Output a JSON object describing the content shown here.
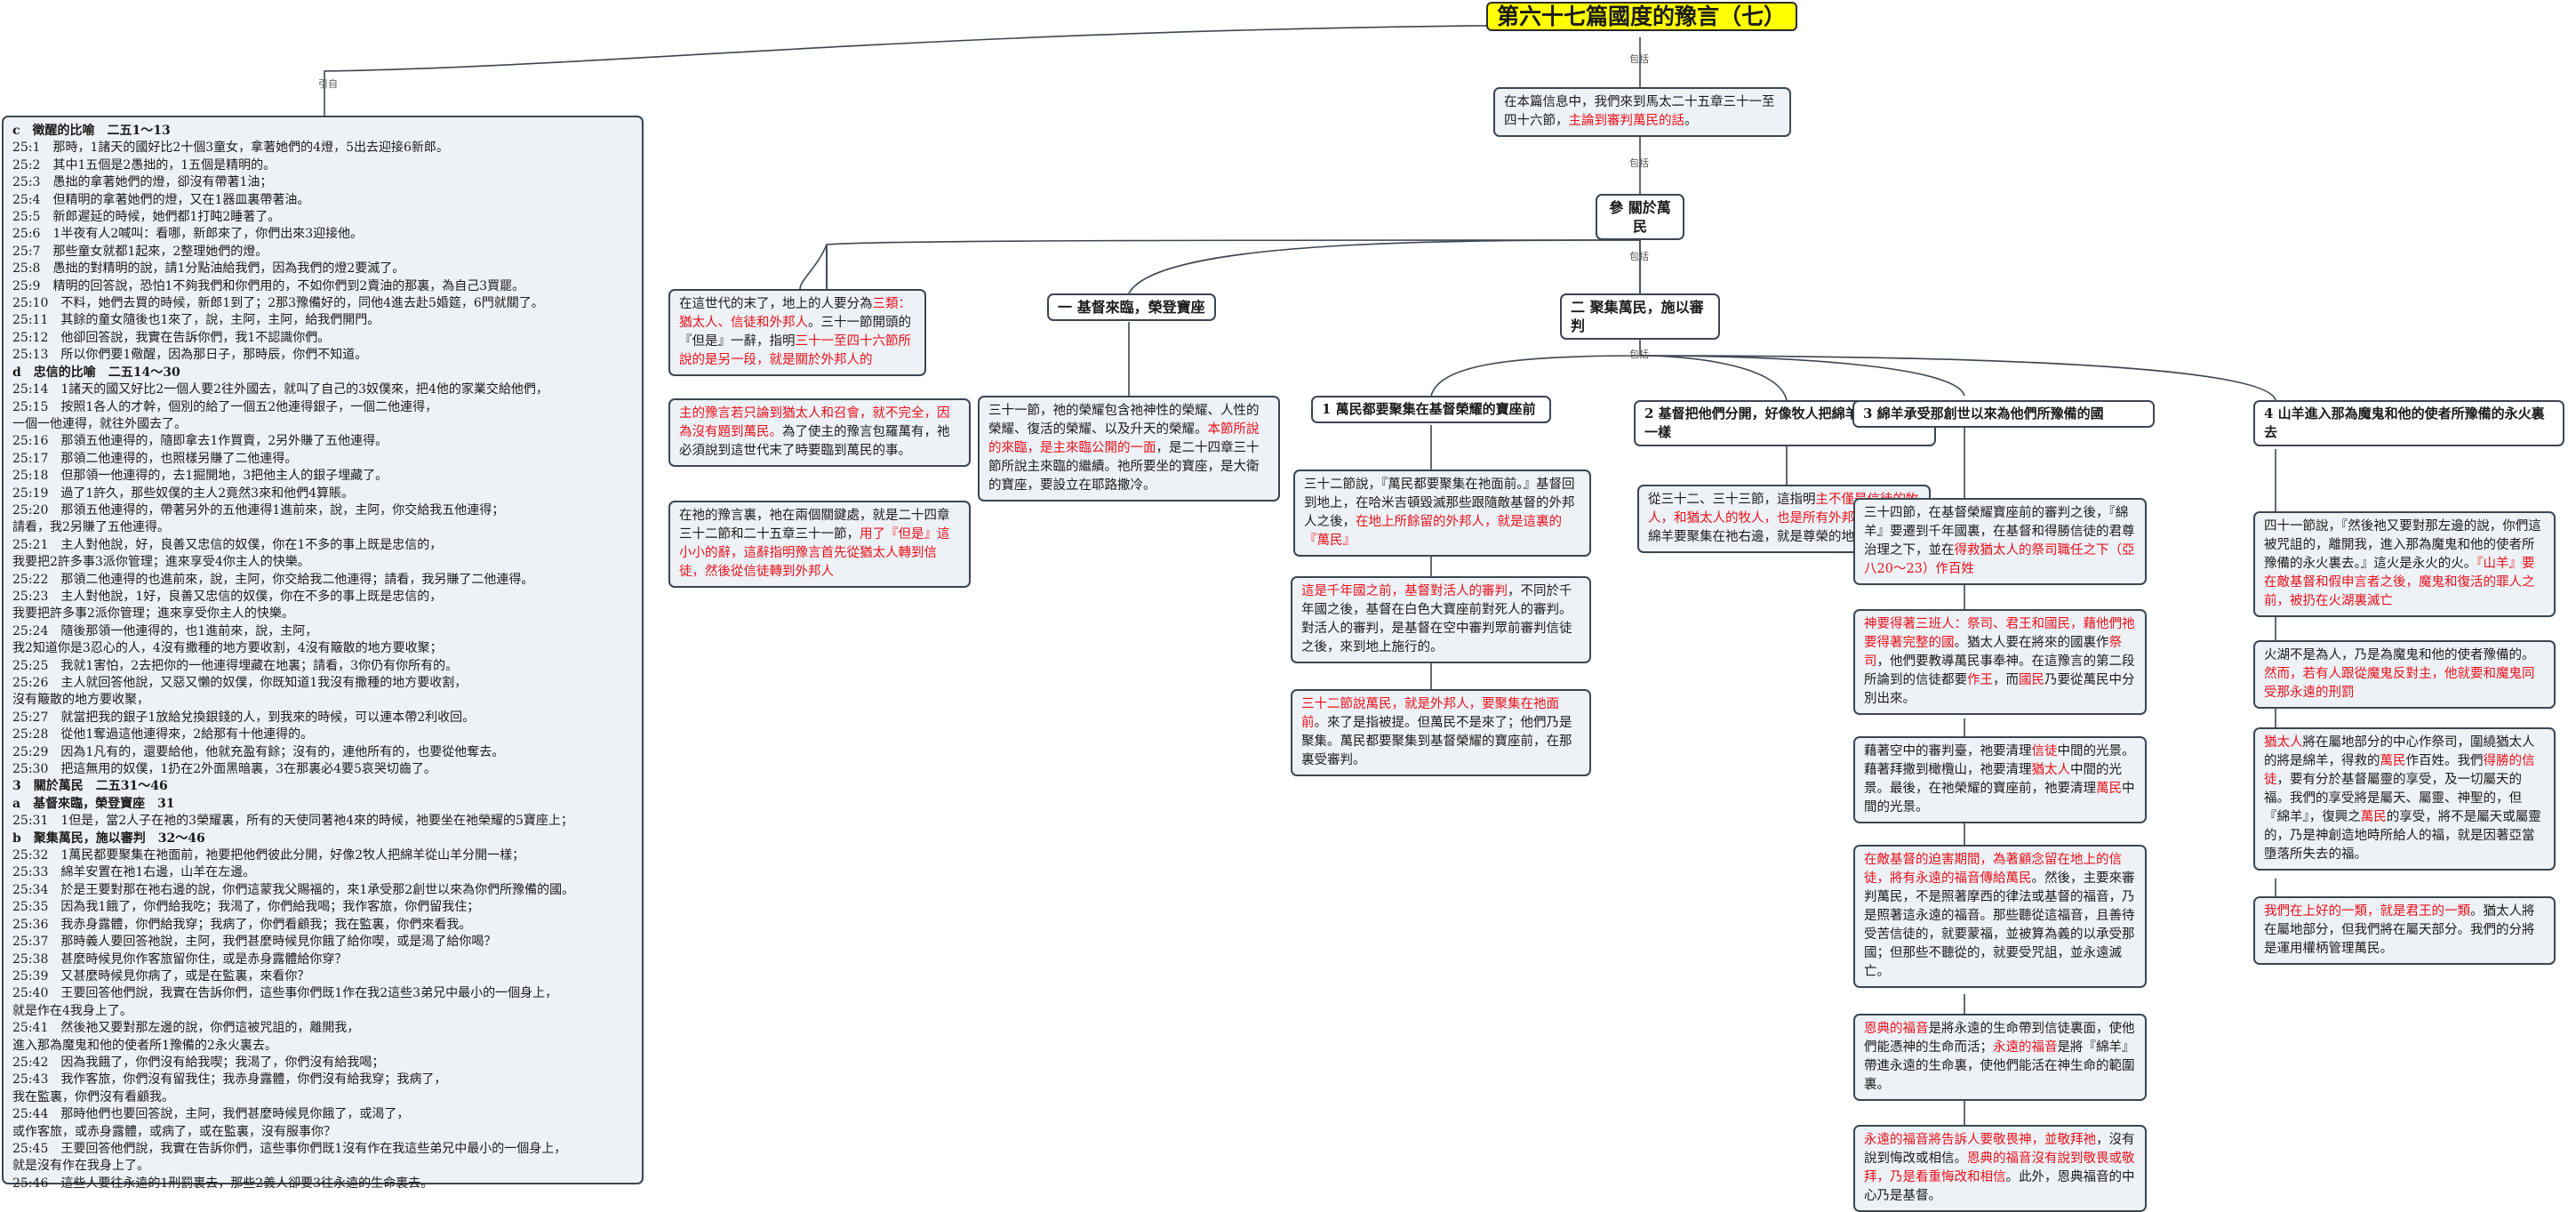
{
  "title": "第六十七篇國度的豫言（七）",
  "labels": {
    "yinzhi": "引自",
    "baokuo1": "包括",
    "baokuo2": "包括",
    "baokuo3": "包括",
    "baokuo4": "包括"
  },
  "intro": {
    "t1": "在本篇信息中，我們來到馬太二十五章三十一至四十六節，",
    "t2": "主論到審判萬民的話",
    "t3": "。"
  },
  "main": {
    "label": "參  關於萬民"
  },
  "left_notes": {
    "n1a": "在這世代的末了，地上的人要分為",
    "n1b": "三類：猶太人、信徒和外邦人",
    "n1c": "。三十一節開頭的『但是』一辭，指明",
    "n1d": "三十一至四十六節所說的是另一段，就是關於外邦人的",
    "n2": "主的豫言若只論到猶太人和召會，就不完全，因為沒有題到萬民。",
    "n2b": "為了使主的豫言包羅萬有，祂必須說到這世代末了時要臨到萬民的事。",
    "n3a": "在祂的豫言裏，祂在兩個關鍵處，就是二十四章三十二節和二十五章三十一節，",
    "n3b": "用了『但是』這小小的辭，這辭指明豫言首先從猶太人轉到信徒，然後從信徒轉到外邦人"
  },
  "sec1": {
    "head": "一  基督來臨，榮登寶座",
    "note_a": "三十一節，祂的榮耀包含祂神性的榮耀、人性的榮耀、復活的榮耀、以及升天的榮耀。",
    "note_b": "本節所說的來臨，是主來臨公開的一面",
    "note_c": "，是二十四章三十節所說主來臨的繼續。祂所要坐的寶座，是大衛的寶座，要設立在耶路撒冷。"
  },
  "sec2": {
    "head": "二  聚集萬民，施以審判"
  },
  "sub1": {
    "head": "1  萬民都要聚集在基督榮耀的寶座前",
    "n1a": "三十二節說，『萬民都要聚集在祂面前。』基督回到地上，在哈米吉頓毀滅那些跟隨敵基督的外邦人之後，",
    "n1b": "在地上所餘留的外邦人，就是這裏的『萬民』",
    "n2a": "這是千年國之前，基督對活人的審判",
    "n2b": "，不同於千年國之後，基督在白色大寶座前對死人的審判。對活人的審判，是基督在空中審判眾前審判信徒之後，來到地上施行的。",
    "n3a": "三十二節說萬民，就是外邦人，要聚集在祂面前",
    "n3b": "。來了是指被提。但萬民不是來了；他們乃是聚集。萬民都要聚集到基督榮耀的寶座前，在那裏受審判。"
  },
  "sub2": {
    "head": "2  基督把他們分開，好像牧人把綿羊從山羊分開一樣",
    "n1a": "從三十二、三十三節，這指明",
    "n1b": "主不僅是信徒的牧人，和猶太人的牧人，也是所有外邦人的牧人",
    "n1c": "。綿羊要聚集在祂右邊，就是尊榮的地方。"
  },
  "sub3": {
    "head": "3  綿羊承受那創世以來為他們所豫備的國",
    "n1a": "三十四節，在基督榮耀寶座前的審判之後，『綿羊』要遷到千年國裏，在基督和得勝信徒的君尊治理之下，並在",
    "n1b": "得救猶太人的祭司職任之下（亞八20～23）作百姓",
    "n2a": "神要得著三班人：",
    "n2b": "祭司、君王和國民，藉他們祂要得著完整的國",
    "n2c": "。猶太人要在將來的國裏作",
    "n2d": "祭司",
    "n2e": "，他們要教導萬民事奉神。在這豫言的第二段所論到的信徒都要",
    "n2f": "作王",
    "n2g": "，而",
    "n2h": "國民",
    "n2i": "乃要從萬民中分別出來。",
    "n3a": "藉著空中的審判臺，祂要清理",
    "n3b": "信徒",
    "n3c": "中間的光景。藉著拜撒到橄欖山，祂要清理",
    "n3d": "猶太人",
    "n3e": "中間的光景。最後，在祂榮耀的寶座前，祂要清理",
    "n3f": "萬民",
    "n3g": "中間的光景。",
    "n4a": "在敵基督的迫害期間，為著顧念留在地上的信徒，將有永遠的福音傳給萬民",
    "n4b": "。然後，主要來審判萬民，不是照著摩西的律法或基督的福音，乃是照著這永遠的福音。那些聽從這福音，且善待受苦信徒的，就要蒙福，並被算為義的以承受那國；但那些不聽從的，就要受咒詛，並永遠滅亡。",
    "n5a": "恩典的福音",
    "n5b": "是將永遠的生命帶到信徒裏面，使他們能憑神的生命而活；",
    "n5c": "永遠的福音",
    "n5d": "是將『綿羊』帶進永遠的生命裏，使他們能活在神生命的範圍裏。",
    "n6a": "永遠的福音將告訴人要敬畏神，並敬拜祂",
    "n6b": "，沒有說到悔改或相信。",
    "n6c": "恩典的福音沒有說到敬畏或敬拜，乃是看重悔改和相信",
    "n6d": "。此外，恩典福音的中心乃是基督。"
  },
  "sub4": {
    "head": "4  山羊進入那為魔鬼和他的使者所豫備的永火裏去",
    "n1a": "四十一節說，『然後祂又要對那左邊的說，你們這被咒詛的，離開我，進入那為魔鬼和他的使者所豫備的永火裏去。』這火是永火的火。",
    "n1b": "『山羊』要在敵基督和假申言者之後，魔鬼和復活的罪人之前，被扔在火湖裏滅亡",
    "n2a": "火湖不是為人，乃是為魔鬼和他的使者豫備的。",
    "n2b": "然而，若有人跟從魔鬼反對主，他就要和魔鬼同受那永遠的刑罰",
    "n3a": "猶太人",
    "n3b": "將在屬地部分的中心作祭司，圍繞猶太人的將是綿羊，得救的",
    "n3c": "萬民",
    "n3d": "作百姓。我們",
    "n3e": "得勝的信徒",
    "n3f": "，要有分於基督屬靈的享受，及一切屬天的福。我們的享受將是屬天、屬靈、神聖的，但『綿羊』，復興之",
    "n3g": "萬民",
    "n3h": "的享受，將不是屬天或屬靈的，乃是神創造地時所給人的福，就是因著亞當墮落所失去的福。",
    "n4a": "我們在上好的一類，就是君王的一類",
    "n4b": "。猶太人將在屬地部分，但我們將在屬天部分。我們的分將是運用權柄管理萬民。"
  },
  "ref": {
    "c_head": "c　徵醒的比喻　二五1～13",
    "c_lines": [
      "25:1　那時，1諸天的國好比2十個3童女，拿著她們的4燈，5出去迎接6新郎。",
      "25:2　其中1五個是2愚拙的，1五個是精明的。",
      "25:3　愚拙的拿著她們的燈，卻沒有帶著1油；",
      "25:4　但精明的拿著她們的燈，又在1器皿裏帶著油。",
      "25:5　新郎遲延的時候，她們都1打盹2睡著了。",
      "25:6　1半夜有人2喊叫：看哪，新郎來了，你們出來3迎接他。",
      "25:7　那些童女就都1起來，2整理她們的燈。",
      "25:8　愚拙的對精明的說，請1分點油給我們，因為我們的燈2要滅了。",
      "25:9　精明的回答說，恐怕1不夠我們和你們用的，不如你們到2賣油的那裏，為自己3買罷。",
      "25:10　不料，她們去買的時候，新郎1到了；2那3豫備好的，同他4進去赴5婚筵，6門就關了。",
      "25:11　其餘的童女隨後也1來了，說，主阿，主阿，給我們開門。",
      "25:12　他卻回答說，我實在告訴你們，我1不認識你們。",
      "25:13　所以你們要1儆醒，因為那日子，那時辰，你們不知道。"
    ],
    "d_head": "d　忠信的比喻　二五14～30",
    "d_lines": [
      "25:14　1諸天的國又好比2一個人要2往外國去，就叫了自己的3奴僕來，把4他的家業交給他們，",
      "25:15　按照1各人的才幹，個別的給了一個五2他連得銀子，一個二他連得，",
      "一個一他連得，就往外國去了。",
      "25:16　那領五他連得的，隨即拿去1作買賣，2另外賺了五他連得。",
      "25:17　那領二他連得的，也照樣另賺了二他連得。",
      "25:18　但那領一他連得的，去1掘開地，3把他主人的銀子埋藏了。",
      "25:19　過了1許久，那些奴僕的主人2竟然3來和他們4算賬。",
      "25:20　那領五他連得的，帶著另外的五他連得1進前來，說，主阿，你交給我五他連得；",
      "請看，我2另賺了五他連得。",
      "25:21　主人對他說，好，良善又忠信的奴僕，你在1不多的事上既是忠信的，",
      "我要把2許多事3派你管理；進來享受4你主人的快樂。",
      "25:22　那領二他連得的也進前來，說，主阿，你交給我二他連得；請看，我另賺了二他連得。",
      "25:23　主人對他說，1好，良善又忠信的奴僕，你在不多的事上既是忠信的，",
      "我要把許多事2派你管理；進來享受你主人的快樂。",
      "25:24　隨後那領一他連得的，也1進前來，說，主阿，",
      "我2知道你是3忍心的人，4沒有撒種的地方要收割，4沒有簸散的地方要收聚；",
      "25:25　我就1害怕，2去把你的一他連得埋藏在地裏；請看，3你仍有你所有的。",
      "25:26　主人就回答他說，又惡又懶的奴僕，你既知道1我沒有撒種的地方要收割，",
      "沒有簸散的地方要收聚，",
      "25:27　就當把我的銀子1放給兌換銀錢的人，到我來的時候，可以連本帶2利收回。",
      "25:28　從他1奪過這他連得來，2給那有十他連得的。",
      "25:29　因為1凡有的，還要給他，他就充盈有餘；沒有的，連他所有的，也要從他奪去。",
      "25:30　把這無用的奴僕，1扔在2外面黑暗裏，3在那裏必4要5哀哭切齒了。"
    ],
    "s3_head": "3　關於萬民　二五31～46",
    "a_head": "a　基督來臨，榮登寶座　31",
    "a_lines": [
      "25:31　1但是，當2人子在祂的3榮耀裏，所有的天使同著祂4來的時候，祂要坐在祂榮耀的5寶座上；"
    ],
    "b_head": "b　聚集萬民，施以審判　32～46",
    "b_lines": [
      "25:32　1萬民都要聚集在祂面前，祂要把他們彼此分開，好像2牧人把綿羊從山羊分開一樣；",
      "25:33　綿羊安置在祂1右邊，山羊在左邊。",
      "25:34　於是王要對那在祂右邊的說，你們這蒙我父賜福的，來1承受那2創世以來為你們所豫備的國。",
      "25:35　因為我1餓了，你們給我吃；我渴了，你們給我喝；我作客旅，你們留我住；",
      "25:36　我赤身露體，你們給我穿；我病了，你們看顧我；我在監裏，你們來看我。",
      "25:37　那時義人要回答祂說，主阿，我們甚麼時候見你餓了給你喫，或是渴了給你喝？",
      "25:38　甚麼時候見你作客旅留你住，或是赤身露體給你穿？",
      "25:39　又甚麼時候見你病了，或是在監裏，來看你？",
      "25:40　王要回答他們說，我實在告訴你們，這些事你們既1作在我2這些3弟兄中最小的一個身上，",
      "就是作在4我身上了。",
      "25:41　然後祂又要對那左邊的說，你們這被咒詛的，離開我，",
      "進入那為魔鬼和他的使者所1豫備的2永火裏去。",
      "25:42　因為我餓了，你們沒有給我喫；我渴了，你們沒有給我喝；",
      "25:43　我作客旅，你們沒有留我住；我赤身露體，你們沒有給我穿；我病了，",
      "我在監裏，你們沒有看顧我。",
      "25:44　那時他們也要回答說，主阿，我們甚麼時候見你餓了，或渴了，",
      "或作客旅，或赤身露體，或病了，或在監裏，沒有服事你？",
      "25:45　王要回答他們說，我實在告訴你們，這些事你們既1沒有作在我這些弟兄中最小的一個身上，",
      "就是沒有作在我身上了。",
      "25:46　這些人要往永遠的1刑罰裏去，那些2義人卻要3往永遠的生命裏去。"
    ]
  }
}
